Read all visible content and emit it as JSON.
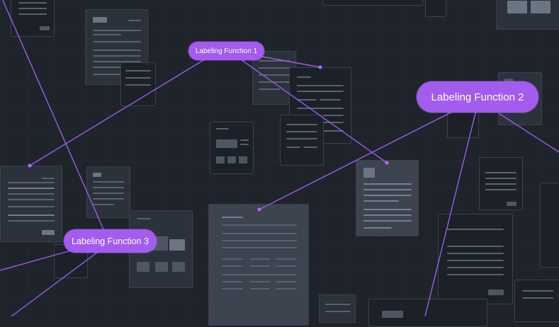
{
  "labels": {
    "lf1": "Labeling Function 1",
    "lf2": "Labeling Function 2",
    "lf3": "Labeling Function 3"
  },
  "colors": {
    "background": "#1f242b",
    "accent": "#a35bf0",
    "line": "#9a5ce6",
    "node": "#b06cf7"
  }
}
